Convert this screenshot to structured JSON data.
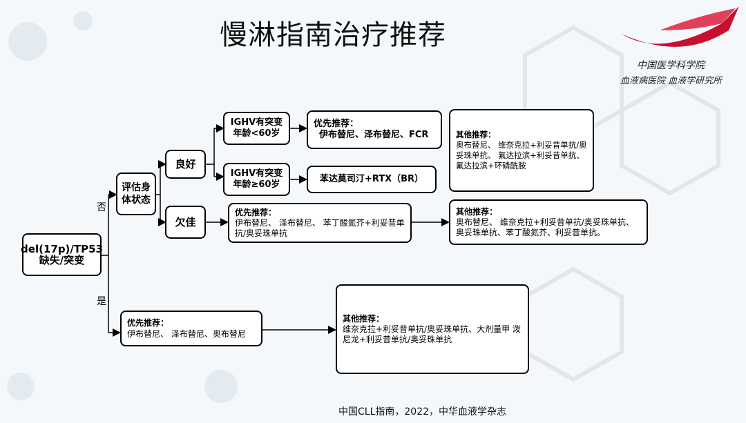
{
  "title": "慢淋指南治疗推荐",
  "logo": {
    "line1": "中国医学科学院",
    "line2": "血液病医院 血液学研究所"
  },
  "nodes": {
    "root": "del(17p)/TP53\n缺失/突变",
    "assess": "评估身\n体状态",
    "good": "良好",
    "poor": "欠佳",
    "ighv_young": "IGHV有突变\n年龄<60岁",
    "ighv_old": "IGHV有突变\n年龄≥60岁",
    "pref_young_head": "优先推荐：",
    "pref_young_body": "伊布替尼、泽布替尼、FCR",
    "benda": "苯达莫司汀+RTX（BR）",
    "other_good_head": "其他推荐：",
    "other_good_body": "奥布替尼、 维奈克拉+利妥昔单抗/奥妥珠单抗、 氟达拉滨+利妥昔单抗、氟达拉滨+环磷酰胺",
    "pref_poor_head": "优先推荐：",
    "pref_poor_body": "伊布替尼、 泽布替尼、 苯丁酸氮芥+利妥昔单抗/奥妥珠单抗",
    "other_poor_head": "其他推荐：",
    "other_poor_body": "奥布替尼、 维奈克拉+利妥昔单抗/奥妥珠单抗、奥妥珠单抗、苯丁酸氮芥、利妥昔单抗。",
    "pref_yes_head": "优先推荐：",
    "pref_yes_body": "伊布替尼、 泽布替尼、奥布替尼",
    "other_yes_head": "其他推荐：",
    "other_yes_body": "维奈克拉+利妥昔单抗/奥妥珠单抗、大剂量甲 泼尼龙+利妥昔单抗/奥妥珠单抗"
  },
  "labels": {
    "no": "否",
    "yes": "是"
  },
  "footer": "中国CLL指南，2022，中华血液学杂志",
  "colors": {
    "logo_red": "#c8102e",
    "background": "#f4f8fb"
  }
}
